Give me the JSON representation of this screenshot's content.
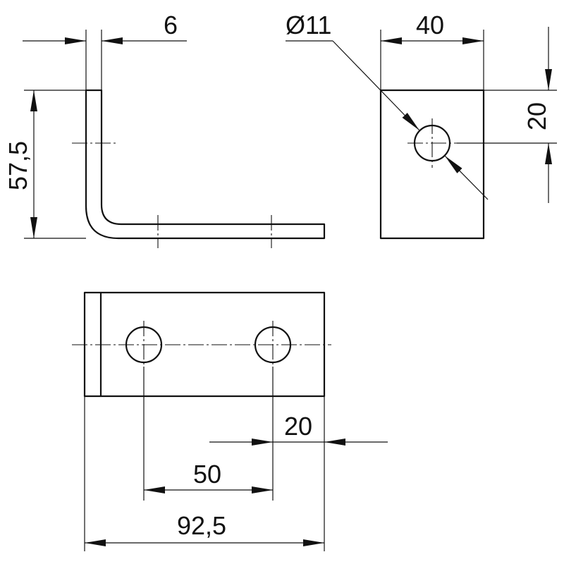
{
  "drawing": {
    "line_color": "#111111",
    "background": "#ffffff",
    "dimensions": {
      "thickness": "6",
      "hole_diameter": "Ø11",
      "width": "40",
      "hole_offset_vertical": "20",
      "height": "57,5",
      "edge_to_hole": "20",
      "hole_spacing": "50",
      "length": "92,5"
    }
  }
}
